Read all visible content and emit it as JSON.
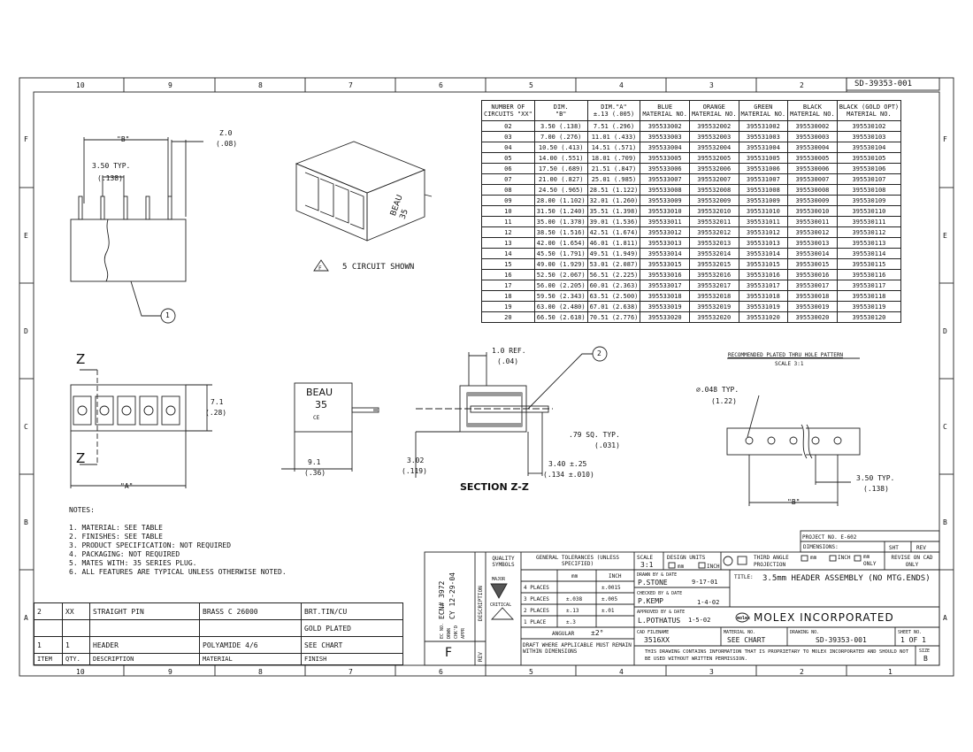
{
  "sheet_number": "SD-39353-001",
  "zones": {
    "columns": [
      "10",
      "9",
      "8",
      "7",
      "6",
      "5",
      "4",
      "3",
      "2",
      "1"
    ],
    "rows": [
      "F",
      "E",
      "D",
      "C",
      "B",
      "A"
    ]
  },
  "top_view": {
    "dim_b": "\"B\"",
    "pitch_mm": "3.50 TYP.",
    "pitch_in": "(.138)",
    "pin_mm": "Z.0",
    "pin_in": "(.08)",
    "callout": "1"
  },
  "iso_view": {
    "brand": "BEAU",
    "series": "35",
    "note_flag": "F",
    "caption": "5 CIRCUIT SHOWN"
  },
  "front_view": {
    "z_top": "Z",
    "z_bottom": "Z",
    "height_mm": "7.1",
    "height_in": "(.28)",
    "dim_a": "\"A\""
  },
  "side_view": {
    "brand": "BEAU",
    "series": "35",
    "mark": "CE",
    "dim_mm": "9.1",
    "dim_in": "(.36)"
  },
  "section": {
    "ref_mm": "1.0 REF.",
    "ref_in": "(.04)",
    "callout": "2",
    "post_mm": ".79 SQ. TYP.",
    "post_in": "(.031)",
    "depth_mm": "3.02",
    "depth_in": "(.119)",
    "len_mm": "3.40 ±.25",
    "len_in": "(.134 ±.010)",
    "label": "SECTION Z-Z"
  },
  "pcb": {
    "title": "RECOMMENDED PLATED THRU HOLE PATTERN",
    "scale": "SCALE 3:1",
    "hole_mm": "∅.048 TYP.",
    "hole_in": "(1.22)",
    "pitch_mm": "3.50 TYP.",
    "pitch_in": "(.138)",
    "dim_b": "\"B\""
  },
  "circuit_table": {
    "headers": [
      [
        "NUMBER OF",
        "CIRCUITS \"XX\""
      ],
      [
        "DIM.",
        "\"B\""
      ],
      [
        "DIM.\"A\"",
        "±.13 (.005)"
      ],
      [
        "BLUE",
        "MATERIAL NO."
      ],
      [
        "ORANGE",
        "MATERIAL NO."
      ],
      [
        "GREEN",
        "MATERIAL NO."
      ],
      [
        "BLACK",
        "MATERIAL NO."
      ],
      [
        "BLACK (GOLD OPT)",
        "MATERIAL NO."
      ]
    ],
    "rows": [
      [
        "02",
        "3.50 (.138)",
        "7.51 (.296)",
        "395533002",
        "395532002",
        "395531002",
        "395530002",
        "395530102"
      ],
      [
        "03",
        "7.00 (.276)",
        "11.01 (.433)",
        "395533003",
        "395532003",
        "395531003",
        "395530003",
        "395530103"
      ],
      [
        "04",
        "10.50 (.413)",
        "14.51 (.571)",
        "395533004",
        "395532004",
        "395531004",
        "395530004",
        "395530104"
      ],
      [
        "05",
        "14.00 (.551)",
        "18.01 (.709)",
        "395533005",
        "395532005",
        "395531005",
        "395530005",
        "395530105"
      ],
      [
        "06",
        "17.50 (.689)",
        "21.51 (.847)",
        "395533006",
        "395532006",
        "395531006",
        "395530006",
        "395530106"
      ],
      [
        "07",
        "21.00 (.827)",
        "25.01 (.985)",
        "395533007",
        "395532007",
        "395531007",
        "395530007",
        "395530107"
      ],
      [
        "08",
        "24.50 (.965)",
        "28.51 (1.122)",
        "395533008",
        "395532008",
        "395531008",
        "395530008",
        "395530108"
      ],
      [
        "09",
        "28.00 (1.102)",
        "32.01 (1.260)",
        "395533009",
        "395532009",
        "395531009",
        "395530009",
        "395530109"
      ],
      [
        "10",
        "31.50 (1.240)",
        "35.51 (1.398)",
        "395533010",
        "395532010",
        "395531010",
        "395530010",
        "395530110"
      ],
      [
        "11",
        "35.00 (1.378)",
        "39.01 (1.536)",
        "395533011",
        "395532011",
        "395531011",
        "395530011",
        "395530111"
      ],
      [
        "12",
        "38.50 (1.516)",
        "42.51 (1.674)",
        "395533012",
        "395532012",
        "395531012",
        "395530012",
        "395530112"
      ],
      [
        "13",
        "42.00 (1.654)",
        "46.01 (1.811)",
        "395533013",
        "395532013",
        "395531013",
        "395530013",
        "395530113"
      ],
      [
        "14",
        "45.50 (1.791)",
        "49.51 (1.949)",
        "395533014",
        "395532014",
        "395531014",
        "395530014",
        "395530114"
      ],
      [
        "15",
        "49.00 (1.929)",
        "53.01 (2.087)",
        "395533015",
        "395532015",
        "395531015",
        "395530015",
        "395530115"
      ],
      [
        "16",
        "52.50 (2.067)",
        "56.51 (2.225)",
        "395533016",
        "395532016",
        "395531016",
        "395530016",
        "395530116"
      ],
      [
        "17",
        "56.00 (2.205)",
        "60.01 (2.363)",
        "395533017",
        "395532017",
        "395531017",
        "395530017",
        "395530117"
      ],
      [
        "18",
        "59.50 (2.343)",
        "63.51 (2.500)",
        "395533018",
        "395532018",
        "395531018",
        "395530018",
        "395530118"
      ],
      [
        "19",
        "63.00 (2.480)",
        "67.01 (2.638)",
        "395533019",
        "395532019",
        "395531019",
        "395530019",
        "395530119"
      ],
      [
        "20",
        "66.50 (2.618)",
        "70.51 (2.776)",
        "395533020",
        "395532020",
        "395531020",
        "395530020",
        "395530120"
      ]
    ]
  },
  "notes": {
    "heading": "NOTES:",
    "items": [
      "1. MATERIAL: SEE TABLE",
      "2. FINISHES: SEE TABLE",
      "3. PRODUCT SPECIFICATION: NOT REQUIRED",
      "4. PACKAGING: NOT REQUIRED",
      "5. MATES WITH: 35 SERIES PLUG.",
      "6. ALL FEATURES ARE TYPICAL UNLESS OTHERWISE NOTED."
    ]
  },
  "bom": {
    "rows": [
      [
        "2",
        "XX",
        "STRAIGHT PIN",
        "BRASS C 26000",
        "BRT.TIN/CU"
      ],
      [
        "",
        "",
        "",
        "",
        "GOLD PLATED"
      ],
      [
        "1",
        "1",
        "HEADER",
        "POLYAMIDE 4/6",
        "SEE CHART"
      ],
      [
        "ITEM",
        "QTY.",
        "DESCRIPTION",
        "MATERIAL",
        "FINISH"
      ]
    ]
  },
  "title_block": {
    "ecn": "ECN# 3972",
    "ecn_date": "CY 12-29-04",
    "ec_labels": [
      "EC NO.",
      "DRWN",
      "CHK'D",
      "APPR"
    ],
    "description_label": "DESCRIPTION",
    "rev_letter": "F",
    "rev_label": "REV",
    "quality_symbols": "QUALITY SYMBOLS",
    "major": "MAJOR",
    "critical": "CRITICAL",
    "tol_header": "GENERAL TOLERANCES (UNLESS SPECIFIED)",
    "tol_mm": "mm",
    "tol_inch": "INCH",
    "tol_rows": [
      [
        "4 PLACES",
        "",
        "±.0015"
      ],
      [
        "3 PLACES",
        "±.038",
        "±.005"
      ],
      [
        "2 PLACES",
        "±.13",
        "±.01"
      ],
      [
        "1 PLACE",
        "±.3",
        ""
      ]
    ],
    "angular_label": "ANGULAR",
    "angular_value": "±2°",
    "draft_note": "DRAFT WHERE APPLICABLE MUST REMAIN WITHIN DIMENSIONS",
    "scale_label": "SCALE",
    "scale": "3:1",
    "design_units": "DESIGN UNITS",
    "units_mm": "mm",
    "units_inch": "INCH",
    "third_angle": "THIRD ANGLE PROJECTION",
    "dimensions_label": "DIMENSIONS:",
    "dim_mm": "mm",
    "dim_inch": "INCH",
    "dim_mm_only": "mm ONLY",
    "project_no": "PROJECT NO. E-602",
    "sht": "SHT",
    "rev": "REV",
    "revise_note": "REVISE ON CAD ONLY",
    "title_label": "TITLE:",
    "title": "3.5mm HEADER ASSEMBLY (NO MTG.ENDS)",
    "drawn_label": "DRAWN BY & DATE",
    "drawn_by": "P.STONE",
    "drawn_date": "9-17-01",
    "checked_label": "CHECKED BY & DATE",
    "checked_by": "P.KEMP",
    "checked_date": "1-4-02",
    "approved_label": "APPROVED BY & DATE",
    "approved_by": "L.POTHATUS",
    "approved_date": "1-5-02",
    "company_logo": "molex",
    "company": "MOLEX INCORPORATED",
    "cad_label": "CAD FILENAME",
    "cad_file": "3516XX",
    "material_label": "MATERIAL NO.",
    "material": "SEE CHART",
    "drawing_label": "DRAWING NO.",
    "drawing_no": "SD-39353-001",
    "sheet_label": "SHEET NO.",
    "sheet_no": "1 OF 1",
    "size_label": "SIZE",
    "size": "B",
    "proprietary": "THIS DRAWING CONTAINS INFORMATION THAT IS PROPRIETARY TO MOLEX INCORPORATED AND SHOULD NOT BE USED WITHOUT WRITTEN PERMISSION."
  }
}
